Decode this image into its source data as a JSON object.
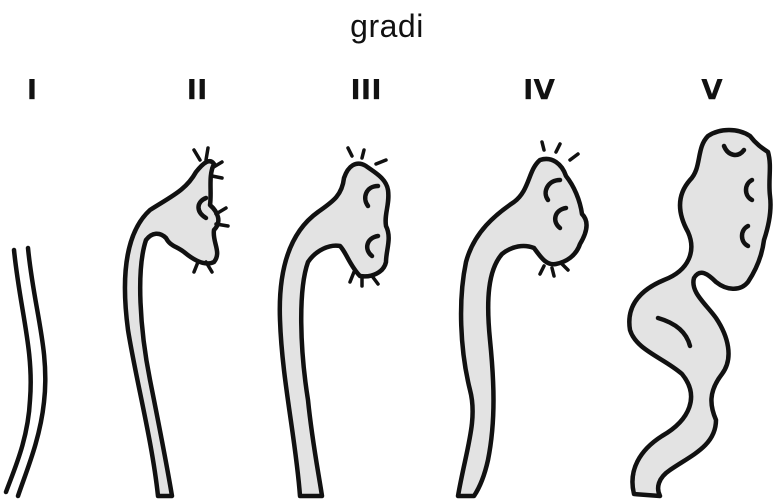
{
  "title": "gradi",
  "grades": [
    "I",
    "II",
    "III",
    "IV",
    "V"
  ],
  "colors": {
    "stroke": "#111111",
    "fill": "#e3e3e3",
    "background": "#ffffff"
  }
}
